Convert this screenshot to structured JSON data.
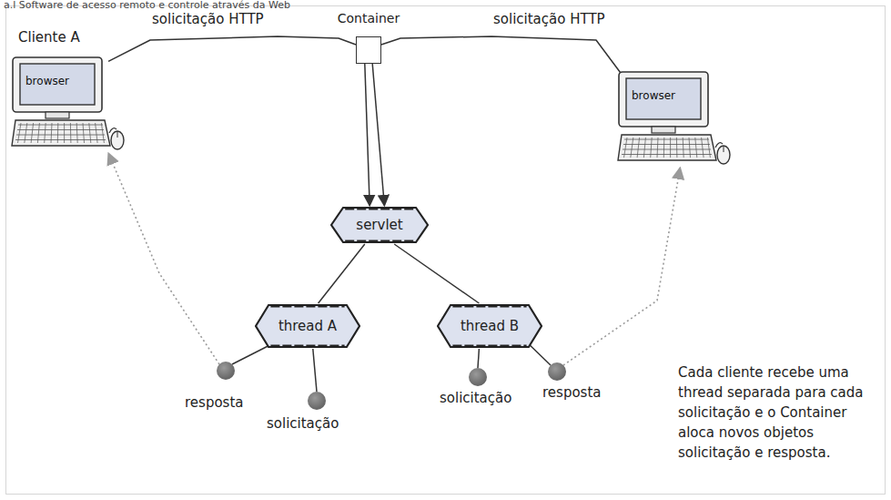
{
  "diagram": {
    "nodes": [
      {
        "text": [
          "Container"
        ]
      },
      {
        "text": [
          "Cliente A",
          "browser"
        ]
      },
      {
        "text": [
          "browser"
        ]
      },
      {
        "text": [
          "servlet"
        ]
      },
      {
        "text": [
          "thread A"
        ]
      },
      {
        "text": [
          "thread B"
        ]
      },
      {
        "text": [
          "resposta"
        ]
      },
      {
        "text": [
          "solicitação"
        ]
      },
      {
        "text": [
          "solicitação"
        ]
      },
      {
        "text": [
          "resposta"
        ]
      }
    ],
    "edges": [
      {
        "from": 1,
        "to": 0,
        "label": "solicitação HTTP",
        "arrow": "none"
      },
      {
        "from": 2,
        "to": 0,
        "label": "solicitação HTTP",
        "arrow": "none"
      },
      {
        "from": 0,
        "to": 3,
        "arrow": "to"
      },
      {
        "from": 0,
        "to": 3,
        "arrow": "to"
      },
      {
        "from": 3,
        "to": 4,
        "arrow": "none"
      },
      {
        "from": 3,
        "to": 5,
        "arrow": "none"
      },
      {
        "from": 4,
        "to": 6,
        "arrow": "none"
      },
      {
        "from": 4,
        "to": 7,
        "arrow": "none"
      },
      {
        "from": 5,
        "to": 8,
        "arrow": "none"
      },
      {
        "from": 5,
        "to": 9,
        "arrow": "none"
      },
      {
        "from": 6,
        "to": 1,
        "arrow": "to"
      },
      {
        "from": 9,
        "to": 2,
        "arrow": "to"
      }
    ],
    "labels": [
      "a.l Software de acesso remoto e controle através da Web",
      "Cada cliente recebe uma thread separada para cada solicitação e o Container aloca novos objetos solicitação e resposta."
    ]
  }
}
